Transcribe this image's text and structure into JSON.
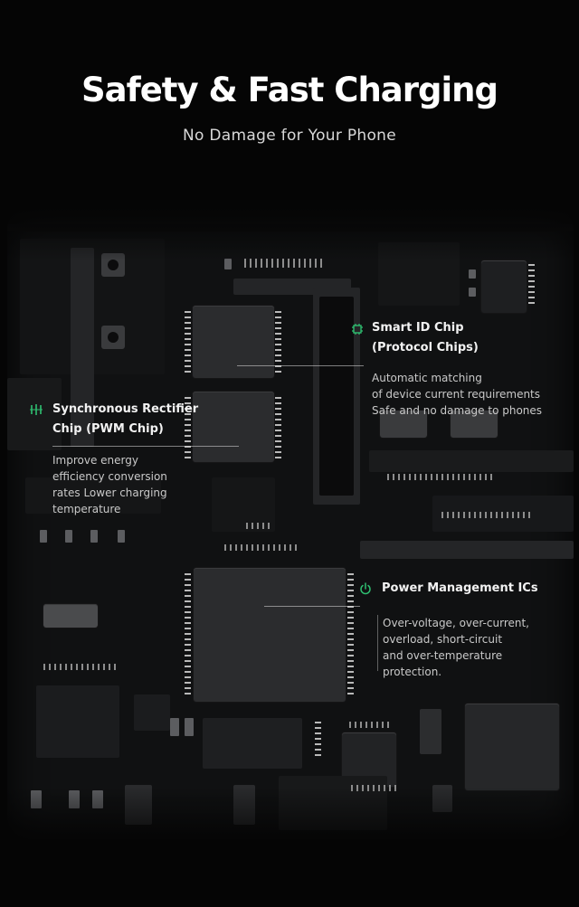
{
  "header": {
    "title": "Safety & Fast Charging",
    "subtitle": "No Damage for Your Phone"
  },
  "features": {
    "smart_id": {
      "icon": "chip-icon",
      "title_line1": "Smart ID Chip",
      "title_line2": "(Protocol Chips)",
      "desc_lines": [
        "Automatic matching",
        "of device current requirements",
        "Safe and no damage to phones"
      ]
    },
    "rectifier": {
      "icon": "rectifier-icon",
      "title_line1": "Synchronous Rectifier",
      "title_line2": "Chip (PWM Chip)",
      "desc_lines": [
        "Improve energy",
        "efficiency conversion",
        "rates Lower charging",
        "temperature"
      ]
    },
    "power_mgmt": {
      "icon": "power-icon",
      "title_line1": "Power Management ICs",
      "desc_lines": [
        "Over-voltage, over-current,",
        "overload, short-circuit",
        "and over-temperature",
        "protection."
      ]
    }
  },
  "colors": {
    "background": "#050505",
    "board": "#101112",
    "accent_icon": "#2fbf71",
    "text": "#f2f2f2"
  }
}
